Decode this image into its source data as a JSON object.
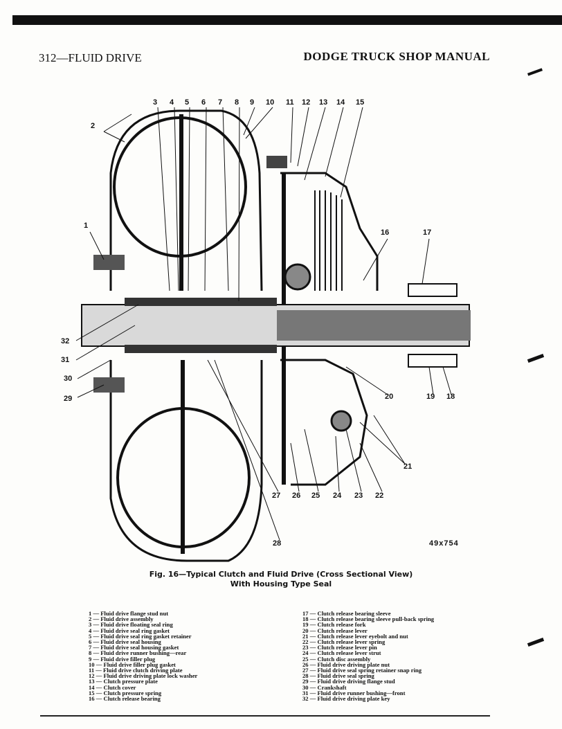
{
  "header": {
    "left": "312—FLUID DRIVE",
    "right": "DODGE TRUCK SHOP MANUAL"
  },
  "figure": {
    "id": "49x754",
    "caption_line1": "Fig. 16—Typical Clutch and Fluid Drive (Cross Sectional View)",
    "caption_line2": "With Housing Type Seal",
    "callouts": [
      "1",
      "2",
      "3",
      "4",
      "5",
      "6",
      "7",
      "8",
      "9",
      "10",
      "11",
      "12",
      "13",
      "14",
      "15",
      "16",
      "17",
      "18",
      "19",
      "20",
      "21",
      "22",
      "23",
      "24",
      "25",
      "26",
      "27",
      "28",
      "29",
      "30",
      "31",
      "32"
    ]
  },
  "legend_left": [
    "1 — Fluid drive flange stud nut",
    "2 — Fluid drive assembly",
    "3 — Fluid drive floating seal ring",
    "4 — Fluid drive seal ring gasket",
    "5 — Fluid drive seal ring gasket retainer",
    "6 — Fluid drive seal housing",
    "7 — Fluid drive seal housing gasket",
    "8 — Fluid drive runner bushing—rear",
    "9 — Fluid drive filler plug",
    "10 — Fluid drive filler plug gasket",
    "11 — Fluid drive clutch driving plate",
    "12 — Fluid drive driving plate lock washer",
    "13 — Clutch pressure plate",
    "14 — Clutch cover",
    "15 — Clutch pressure spring",
    "16 — Clutch release bearing"
  ],
  "legend_right": [
    "17 — Clutch release bearing sleeve",
    "18 — Clutch release bearing sleeve pull-back spring",
    "19 — Clutch release fork",
    "20 — Clutch release lever",
    "21 — Clutch release lever eyebolt and nut",
    "22 — Clutch release lever spring",
    "23 — Clutch release lever pin",
    "24 — Clutch release lever strut",
    "25 — Clutch disc assembly",
    "26 — Fluid drive driving plate nut",
    "27 — Fluid drive seal spring retainer snap ring",
    "28 — Fluid drive seal spring",
    "29 — Fluid drive driving flange stud",
    "30 — Crankshaft",
    "31 — Fluid drive runner bushing—front",
    "32 — Fluid drive driving plate key"
  ]
}
